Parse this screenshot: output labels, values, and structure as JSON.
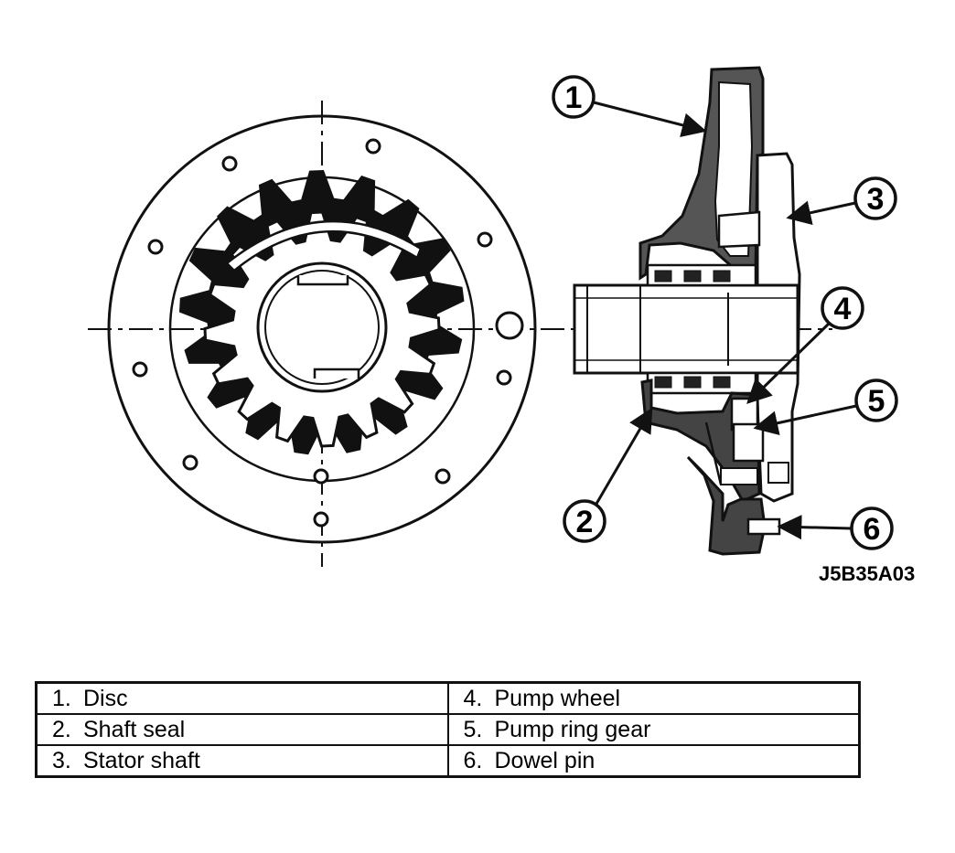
{
  "figure_code": "J5B35A03",
  "callouts": [
    {
      "number": "1",
      "name": "Disc"
    },
    {
      "number": "2",
      "name": "Shaft seal"
    },
    {
      "number": "3",
      "name": "Stator shaft"
    },
    {
      "number": "4",
      "name": "Pump wheel"
    },
    {
      "number": "5",
      "name": "Pump ring gear"
    },
    {
      "number": "6",
      "name": "Dowel pin"
    }
  ],
  "legend": {
    "rows": [
      {
        "left": {
          "num": "1.",
          "label": "Disc"
        },
        "right": {
          "num": "4.",
          "label": "Pump wheel"
        }
      },
      {
        "left": {
          "num": "2.",
          "label": "Shaft seal"
        },
        "right": {
          "num": "5.",
          "label": "Pump ring gear"
        }
      },
      {
        "left": {
          "num": "3.",
          "label": "Stator shaft"
        },
        "right": {
          "num": "6.",
          "label": "Dowel pin"
        }
      }
    ]
  }
}
